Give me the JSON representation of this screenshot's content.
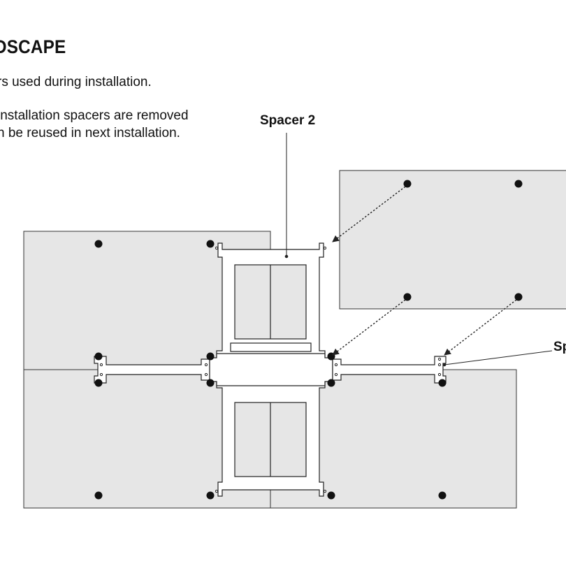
{
  "title": "DSCAPE",
  "description": {
    "line1": "rs used during installation.",
    "line2": "installation spacers are removed",
    "line3": "n be reused in next installation."
  },
  "callouts": {
    "spacer2": "Spacer 2",
    "spacer1": "Sp"
  },
  "colors": {
    "panel_fill": "#e6e6e6",
    "outline": "#222222",
    "background": "#ffffff"
  }
}
